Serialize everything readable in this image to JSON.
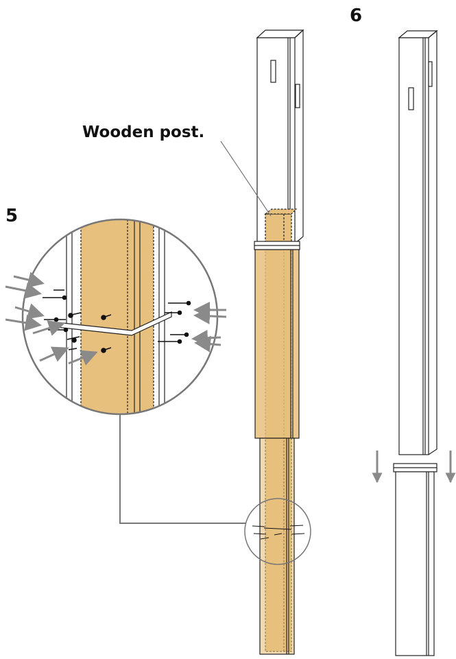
{
  "labels": {
    "step_five": "5",
    "step_six": "6",
    "callout_text": "Wooden post."
  },
  "colors": {
    "wood": "#e8c07e",
    "line": "#222222",
    "arrow": "#8a8a8a",
    "background": "#ffffff"
  }
}
